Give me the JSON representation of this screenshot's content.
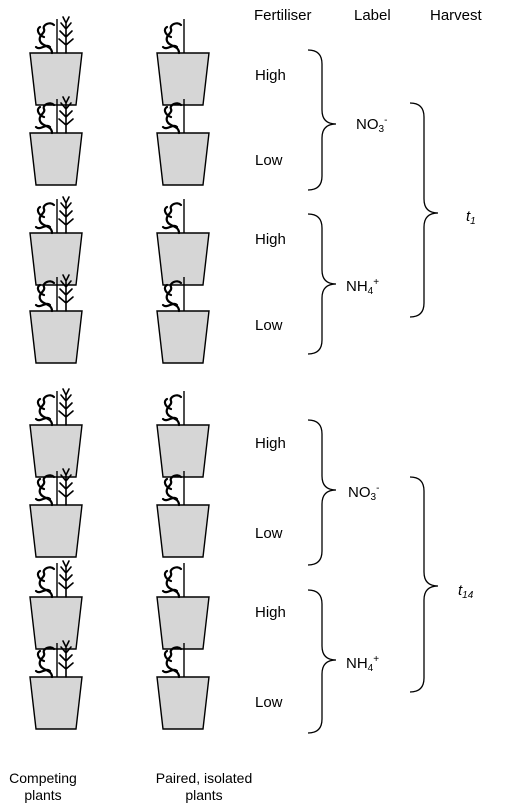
{
  "headers": {
    "fertiliser": "Fertiliser",
    "label": "Label",
    "harvest": "Harvest"
  },
  "fertiliser_levels": [
    "High",
    "Low",
    "High",
    "Low",
    "High",
    "Low",
    "High",
    "Low"
  ],
  "labels": [
    {
      "base": "NO",
      "sub": "3",
      "sup": "-"
    },
    {
      "base": "NH",
      "sub": "4",
      "sup": "+"
    },
    {
      "base": "NO",
      "sub": "3",
      "sup": "-"
    },
    {
      "base": "NH",
      "sub": "4",
      "sup": "+"
    }
  ],
  "harvests": [
    {
      "base": "t",
      "sub": "1"
    },
    {
      "base": "t",
      "sub": "14"
    }
  ],
  "footers": {
    "competing_line1": "Competing",
    "competing_line2": "plants",
    "paired_line1": "Paired, isolated",
    "paired_line2": "plants"
  },
  "colors": {
    "pot_fill": "#d6d6d6",
    "line": "#000000"
  }
}
